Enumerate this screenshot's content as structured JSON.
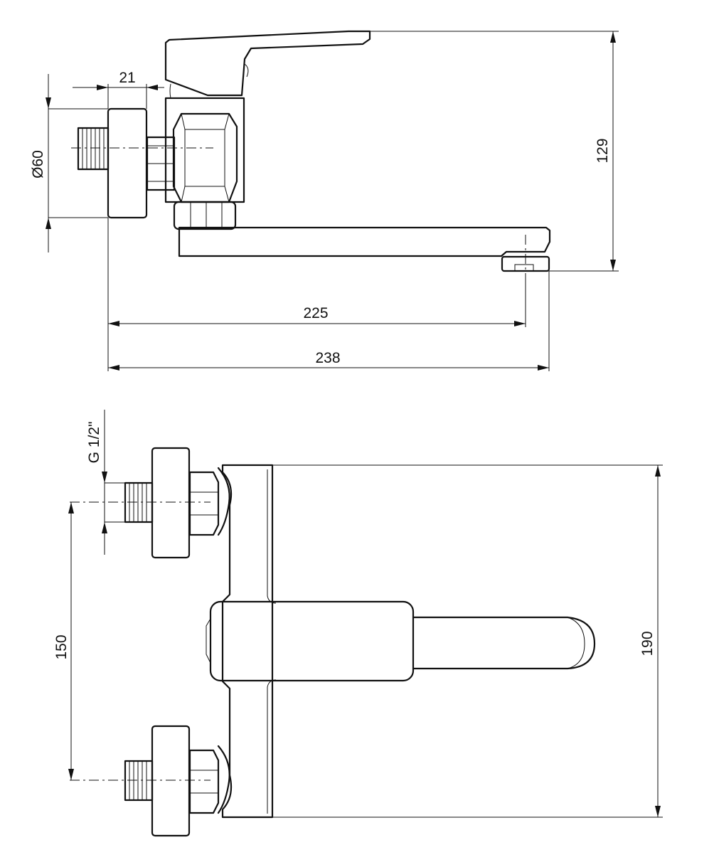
{
  "side_view": {
    "dim_flange_thickness": "21",
    "dim_flange_diameter": "Ø60",
    "dim_height": "129",
    "dim_spout_reach": "225",
    "dim_overall_length": "238"
  },
  "top_view": {
    "dim_thread": "G 1/2\"",
    "dim_inlet_spacing": "150",
    "dim_body_width": "190"
  }
}
